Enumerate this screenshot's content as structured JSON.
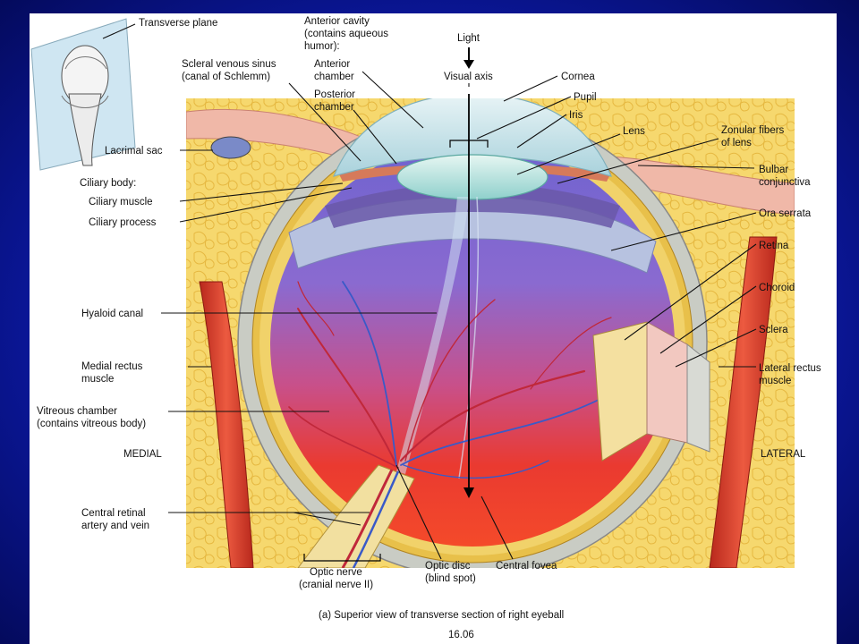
{
  "labels": {
    "transverse_plane": "Transverse plane",
    "anterior_cavity": [
      "Anterior cavity",
      "(contains aqueous",
      "humor):"
    ],
    "anterior_chamber": [
      "Anterior",
      "chamber"
    ],
    "posterior_chamber": [
      "Posterior",
      "chamber"
    ],
    "scleral_venous_sinus": [
      "Scleral venous sinus",
      "(canal of Schlemm)"
    ],
    "light": "Light",
    "visual_axis": "Visual axis",
    "cornea": "Cornea",
    "pupil": "Pupil",
    "iris": "Iris",
    "lens": "Lens",
    "zonular_fibers": [
      "Zonular fibers",
      "of lens"
    ],
    "lacrimal_sac": "Lacrimal sac",
    "bulbar_conjunctiva": [
      "Bulbar",
      "conjunctiva"
    ],
    "ciliary_body": "Ciliary body:",
    "ciliary_muscle": "Ciliary muscle",
    "ciliary_process": "Ciliary process",
    "ora_serrata": "Ora serrata",
    "retina": "Retina",
    "choroid": "Choroid",
    "hyaloid_canal": "Hyaloid canal",
    "sclera": "Sclera",
    "medial_rectus": [
      "Medial rectus",
      "muscle"
    ],
    "lateral_rectus": [
      "Lateral rectus",
      "muscle"
    ],
    "vitreous_chamber": [
      "Vitreous chamber",
      "(contains vitreous body)"
    ],
    "medial": "MEDIAL",
    "lateral": "LATERAL",
    "central_retinal": [
      "Central retinal",
      "artery and vein"
    ],
    "optic_nerve": [
      "Optic nerve",
      "(cranial nerve II)"
    ],
    "optic_disc": [
      "Optic disc",
      "(blind spot)"
    ],
    "central_fovea": "Central fovea"
  },
  "caption": "(a) Superior view of transverse section of right eyeball",
  "figure_number": "16.06",
  "colors": {
    "background": "#1226c4",
    "fat": "#f4d46a",
    "sclera": "#c8ccc2",
    "muscle": "#d63a2a",
    "vitreous_top": "#7a6ad0",
    "vitreous_bottom": "#e8302a",
    "cornea": "#cfe6ea"
  }
}
